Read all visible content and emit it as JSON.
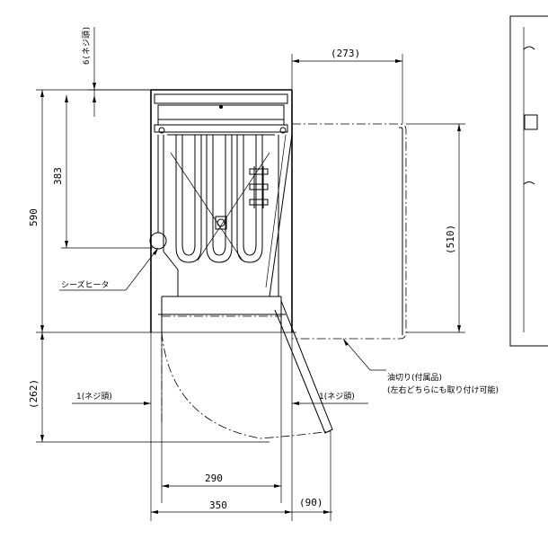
{
  "dimensions": {
    "d273": "(273)",
    "d6": "6(ネジ頭)",
    "d590": "590",
    "d383": "383",
    "d510": "(510)",
    "d262": "(262)",
    "d1_left": "1(ネジ頭)",
    "d1_right": "1(ネジ頭)",
    "d290": "290",
    "d350": "350",
    "d90": "(90)"
  },
  "labels": {
    "heater": "シーズヒータ",
    "oil_drainer": "油切り(付属品)",
    "oil_drainer_note": "(左右どちらにも取り付け可能)"
  }
}
